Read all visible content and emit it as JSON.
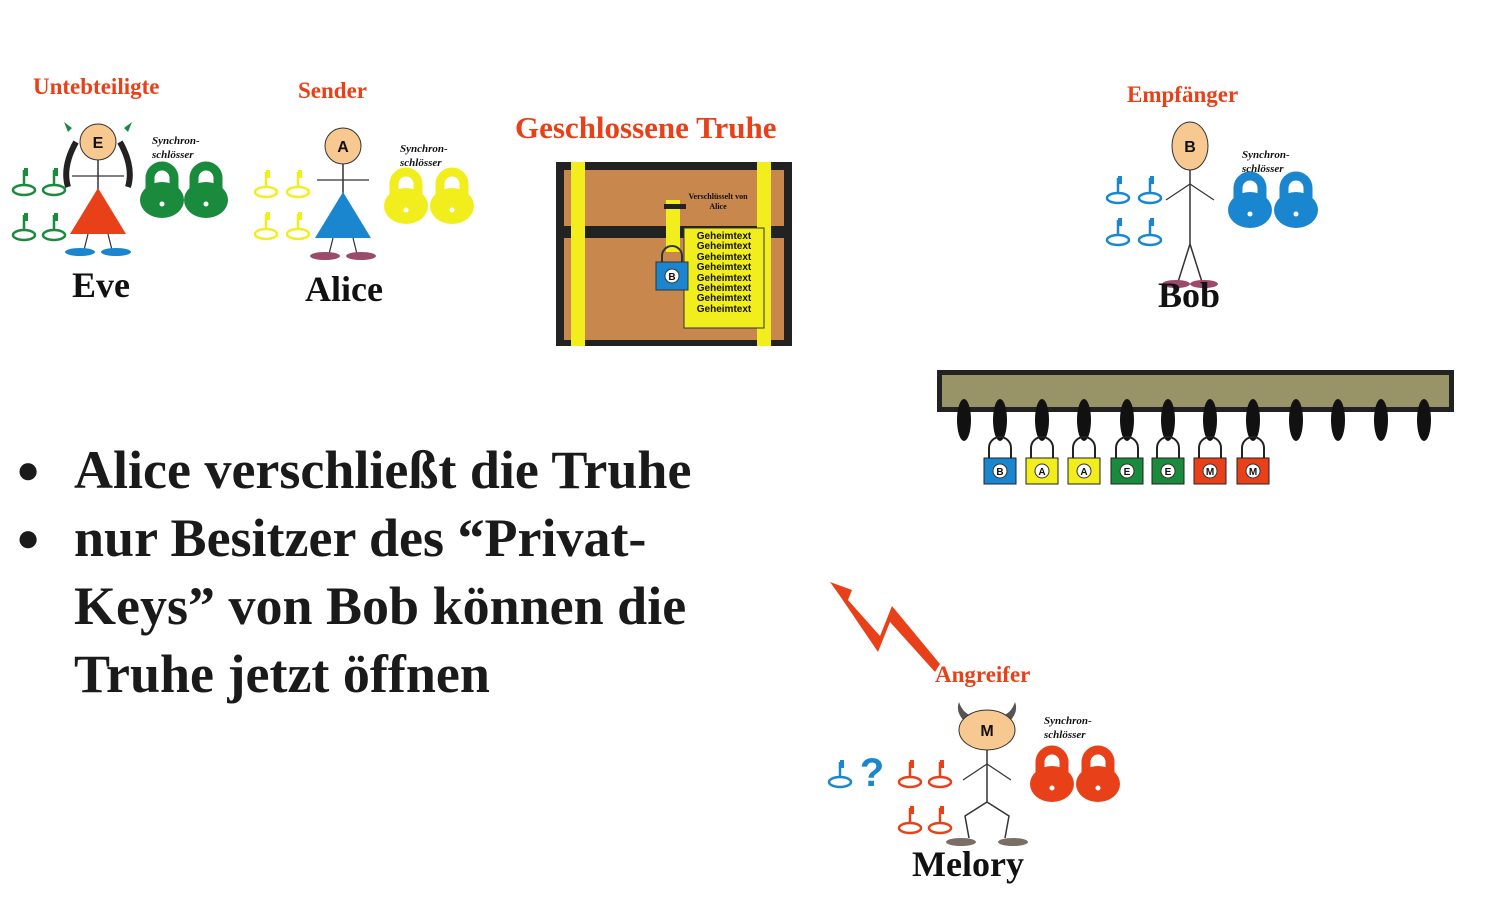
{
  "roles": {
    "eve": "Untebteiligte",
    "alice": "Sender",
    "bob": "Empfänger",
    "melory": "Angreifer"
  },
  "names": {
    "eve": "Eve",
    "alice": "Alice",
    "bob": "Bob",
    "melory": "Melory"
  },
  "initials": {
    "eve": "E",
    "alice": "A",
    "bob": "B",
    "melory": "M"
  },
  "sync_label": "Synchron-schlösser",
  "chest": {
    "title": "Geschlossene Truhe",
    "locked_by": "Verschlüsselt von Alice",
    "ciphertext_lines": [
      "Geheimtext",
      "Geheimtext",
      "Geheimtext",
      "Geheimtext",
      "Geheimtext",
      "Geheimtext",
      "Geheimtext",
      "Geheimtext"
    ],
    "lock_initial": "B"
  },
  "key_rack": {
    "locks": [
      {
        "initial": "B",
        "color": "#1a86d0"
      },
      {
        "initial": "A",
        "color": "#f2ee1e"
      },
      {
        "initial": "A",
        "color": "#f2ee1e"
      },
      {
        "initial": "E",
        "color": "#1a8a3c"
      },
      {
        "initial": "E",
        "color": "#1a8a3c"
      },
      {
        "initial": "M",
        "color": "#e8411a"
      },
      {
        "initial": "M",
        "color": "#e8411a"
      }
    ]
  },
  "unknown_mark": "?",
  "bullets": [
    "Alice  verschließt die Truhe",
    "nur Besitzer des “Privat-Keys” von Bob können die Truhe jetzt öffnen"
  ],
  "colors": {
    "eve": "#1a8a3c",
    "alice": "#f2ee1e",
    "bob": "#1a86d0",
    "melory": "#e8411a",
    "skin": "#f8c891",
    "chest_wood": "#c7874d",
    "rack": "#999468"
  }
}
